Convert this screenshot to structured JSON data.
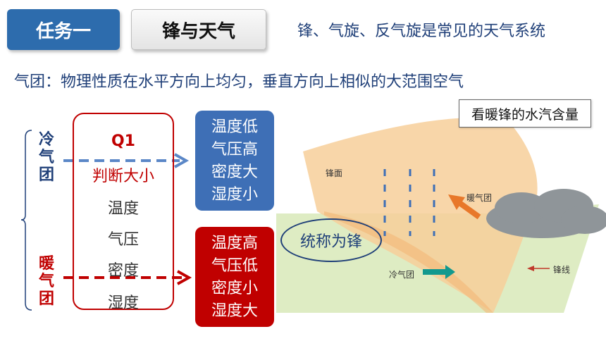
{
  "header": {
    "task_label": "任务一",
    "topic": "锋与天气",
    "subtitle": "锋、气旋、反气旋是常见的天气系统"
  },
  "definition": "气团：物理性质在水平方向上均匀，垂直方向上相似的大范围空气",
  "air_masses": {
    "cold_label": "冷气团",
    "warm_label": "暖气团"
  },
  "question": {
    "title": "Q1",
    "judge": "判断大小",
    "items": [
      "温度",
      "气压",
      "密度",
      "湿度"
    ]
  },
  "cold_props": [
    "温度低",
    "气压高",
    "密度大",
    "湿度小"
  ],
  "warm_props": [
    "温度高",
    "气压低",
    "密度小",
    "湿度大"
  ],
  "diagram": {
    "note": "看暖锋的水汽含量",
    "front_surface": "锋面",
    "warm_mass": "暖气团",
    "cold_mass": "冷气团",
    "front_line": "锋线",
    "collective": "统称为锋"
  },
  "colors": {
    "blue": "#1f3f78",
    "red": "#c00000",
    "cold_box": "#3e6fb6",
    "warm_surface": "#f7cf9a",
    "ground": "#d8e9b9",
    "cold_arrow": "#11998e",
    "warm_arrow": "#e8782a"
  }
}
